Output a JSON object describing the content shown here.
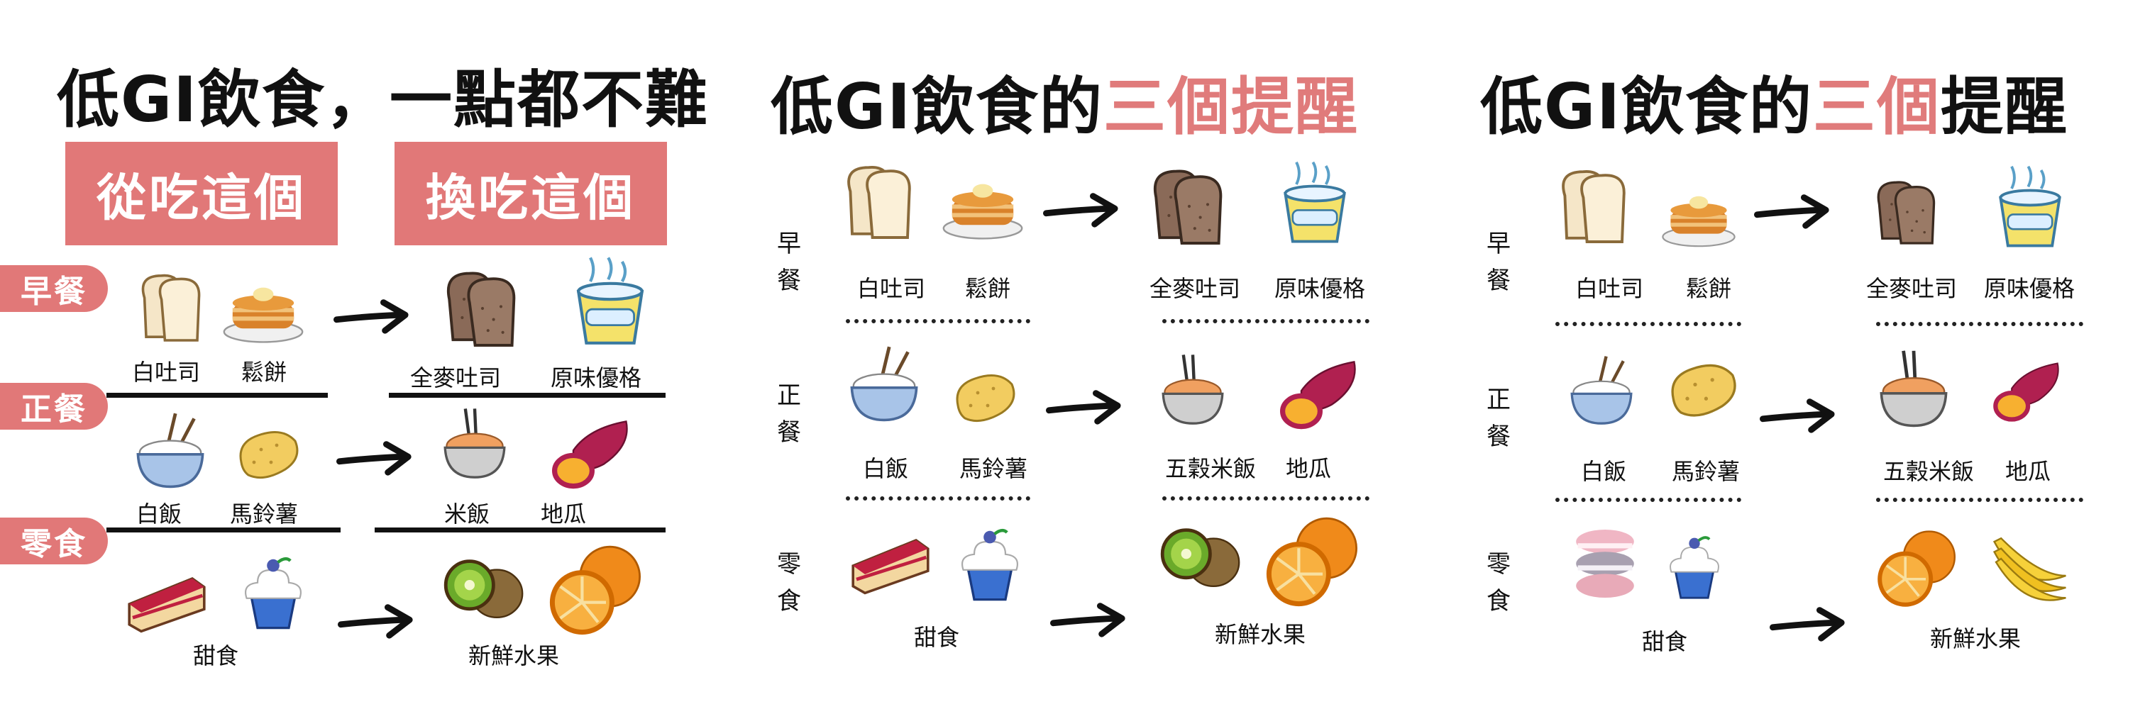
{
  "panel1": {
    "title": "低GI飲食，一點都不難",
    "from_label": "從吃這個",
    "to_label": "換吃這個",
    "rows": [
      {
        "tag": "早餐",
        "from": [
          "白吐司",
          "鬆餅"
        ],
        "to": [
          "全麥吐司",
          "原味優格"
        ]
      },
      {
        "tag": "正餐",
        "from": [
          "白飯",
          "馬鈴薯"
        ],
        "to": [
          "米飯",
          "地瓜"
        ]
      },
      {
        "tag": "零食",
        "from": [
          "甜食"
        ],
        "to": [
          "新鮮水果"
        ]
      }
    ]
  },
  "panel2": {
    "title_pre": "低GI飲食的",
    "title_hl": "三個提醒",
    "title_post": "",
    "rows": [
      {
        "label": "早餐",
        "from": [
          "白吐司",
          "鬆餅"
        ],
        "to": [
          "全麥吐司",
          "原味優格"
        ]
      },
      {
        "label": "正餐",
        "from": [
          "白飯",
          "馬鈴薯"
        ],
        "to": [
          "五穀米飯",
          "地瓜"
        ]
      },
      {
        "label": "零食",
        "from": [
          "甜食"
        ],
        "to": [
          "新鮮水果"
        ]
      }
    ]
  },
  "panel3": {
    "title_pre": "低GI飲食的",
    "title_hl": "三個",
    "title_post": "提醒",
    "rows": [
      {
        "label": "早餐",
        "from": [
          "白吐司",
          "鬆餅"
        ],
        "to": [
          "全麥吐司",
          "原味優格"
        ]
      },
      {
        "label": "正餐",
        "from": [
          "白飯",
          "馬鈴薯"
        ],
        "to": [
          "五穀米飯",
          "地瓜"
        ]
      },
      {
        "label": "零食",
        "from": [
          "甜食"
        ],
        "to": [
          "新鮮水果"
        ]
      }
    ]
  },
  "colors": {
    "accent": "#e17878",
    "text": "#111111",
    "background": "#ffffff"
  },
  "icons": [
    "white-toast-icon",
    "pancake-icon",
    "wholewheat-toast-icon",
    "yogurt-icon",
    "rice-bowl-icon",
    "potato-icon",
    "grain-rice-icon",
    "sweet-potato-icon",
    "cake-icon",
    "cupcake-icon",
    "kiwi-icon",
    "orange-icon",
    "banana-icon",
    "macaron-icon",
    "arrow-icon"
  ]
}
